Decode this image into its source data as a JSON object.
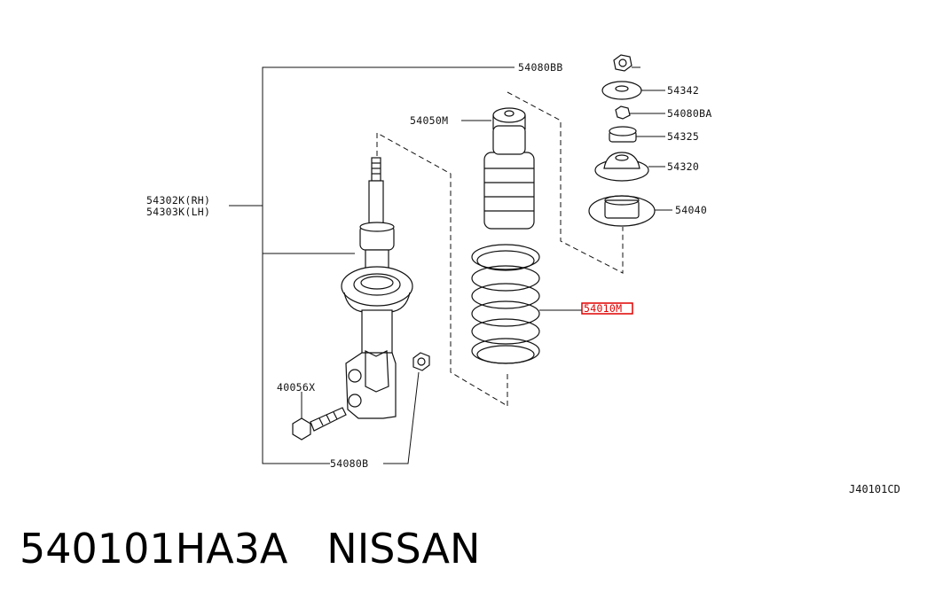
{
  "labels": {
    "nut_top": "54080BB",
    "washer": "54342",
    "nut_small": "54080BA",
    "bushing": "54325",
    "mount_insulator": "54320",
    "bound_bumper": "54050M",
    "strut_rh": "54302K(RH)",
    "strut_lh": "54303K(LH)",
    "seat": "54040",
    "coil_spring": "54010M",
    "bolt": "40056X",
    "nut_bottom": "54080B"
  },
  "diagram_code": "J40101CD",
  "caption": {
    "part_number": "540101HA3A",
    "brand": "NISSAN"
  },
  "colors": {
    "highlight": "#e00000",
    "ink": "#111111"
  }
}
